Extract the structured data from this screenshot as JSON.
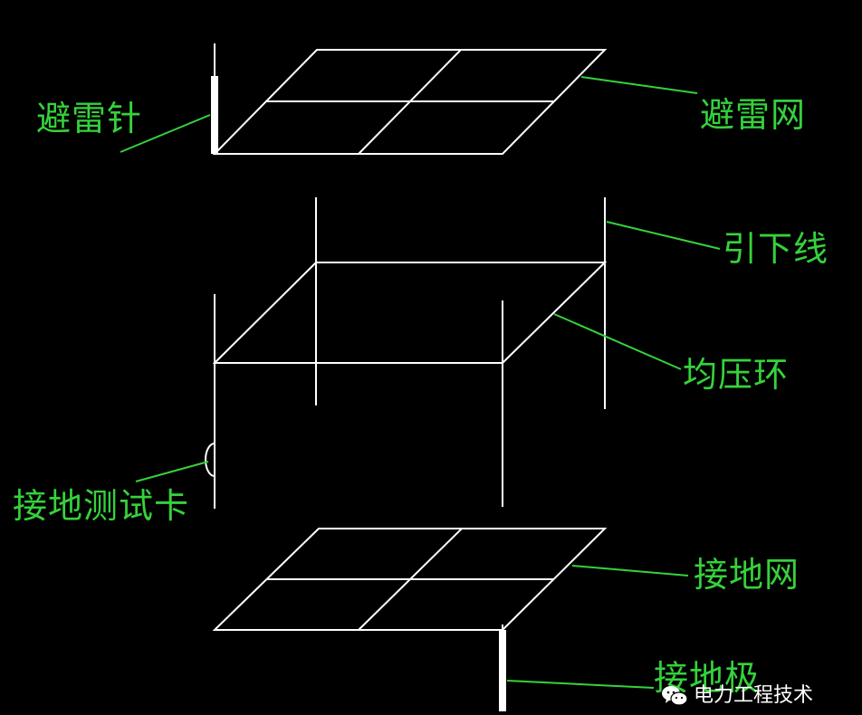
{
  "labels": {
    "lightning_rod": "避雷针",
    "lightning_net": "避雷网",
    "down_conductor": "引下线",
    "equalizing_ring": "均压环",
    "ground_test_clamp": "接地测试卡",
    "grounding_net": "接地网",
    "ground_pole": "接地极"
  },
  "watermark": {
    "text": "电力工程技术",
    "icon": "wechat-icon"
  },
  "colors": {
    "background": "#000000",
    "lines": "#ffffff",
    "labels": "#35d23c",
    "leaders": "#35d23c"
  }
}
